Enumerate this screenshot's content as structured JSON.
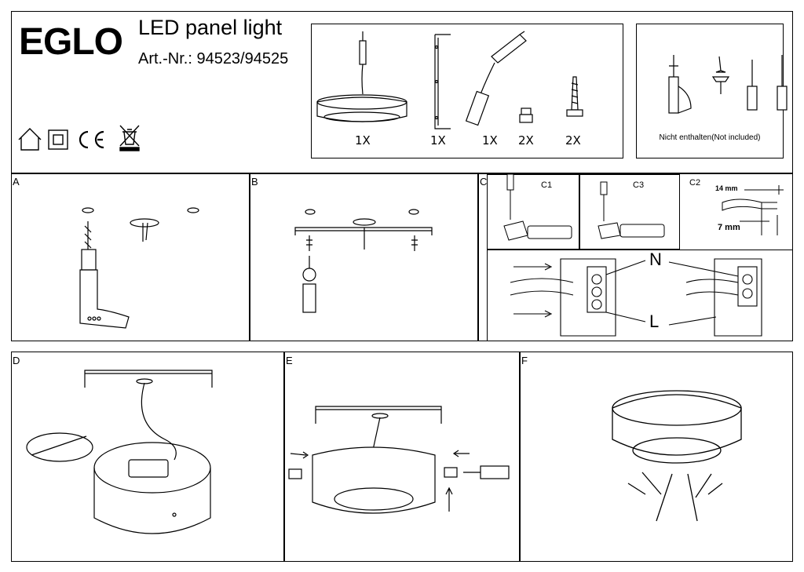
{
  "header": {
    "brand": "EGLO",
    "title": "LED panel light",
    "article_number": "Art.-Nr.: 94523/94525"
  },
  "package_contents": {
    "quantities": [
      "1X",
      "1X",
      "1X",
      "2X",
      "2X"
    ]
  },
  "not_included": {
    "note": "Nicht enthalten(Not included)"
  },
  "certification_icons": [
    "indoor-house-icon",
    "class-ii-double-square-icon",
    "ce-mark-icon",
    "weee-crossed-bin-icon"
  ],
  "ce_text": "CE",
  "steps": {
    "a": "A",
    "b": "B",
    "c": "C",
    "c1": "C1",
    "c2": "C2",
    "c3": "C3",
    "d": "D",
    "e": "E",
    "f": "F"
  },
  "wiring": {
    "neutral": "N",
    "live": "L",
    "terminal_n": "N",
    "terminal_l": "L",
    "strip_length_1": "14 mm",
    "strip_length_2": "7 mm"
  }
}
